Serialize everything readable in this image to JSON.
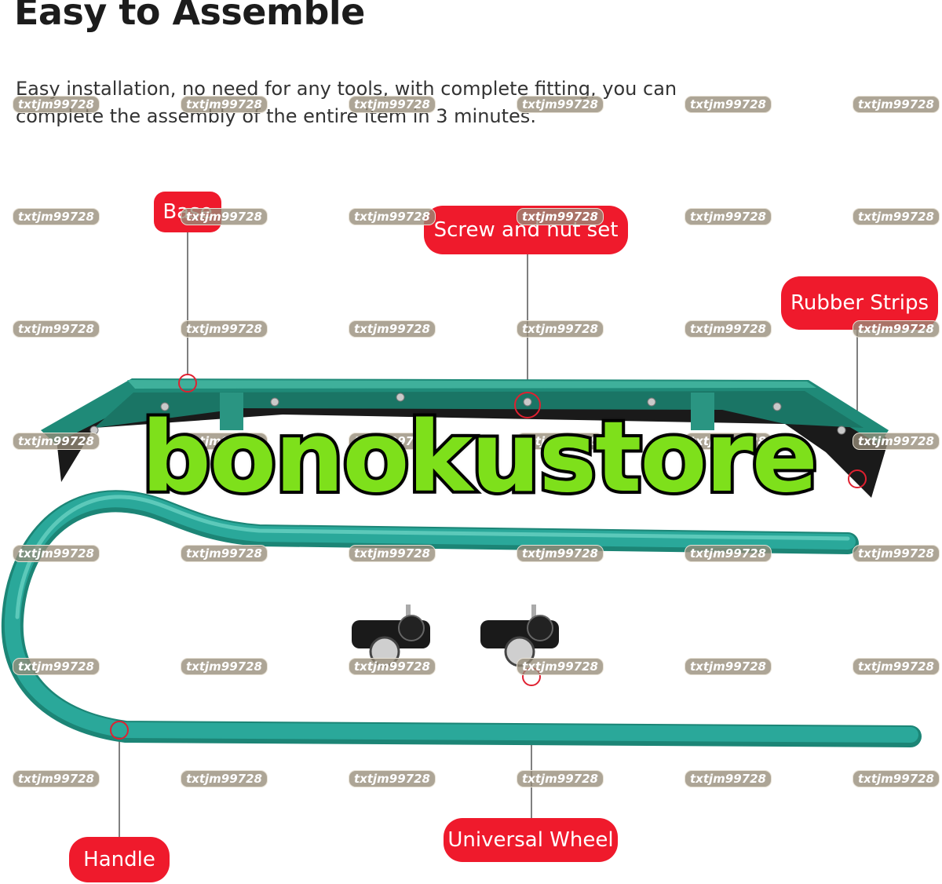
{
  "title": "Easy to Assemble",
  "subtitle": "Easy installation, no need for any tools, with complete fitting, you can complete the assembly of the entire item in 3 minutes.",
  "labels": {
    "base": "Base",
    "screw_nut_set": "Screw and nut set",
    "rubber_strips": "Rubber Strips",
    "handle": "Handle",
    "universal_wheel": "Universal Wheel"
  },
  "watermark": "txtjm99728",
  "brand_overlay": "bonokustore",
  "colors": {
    "accent": "#ef1a2c",
    "frame_green": "#1f8a78",
    "handle_teal": "#2aa89a",
    "rubber": "#1a1a1a",
    "brand_green": "#7ee01b"
  }
}
